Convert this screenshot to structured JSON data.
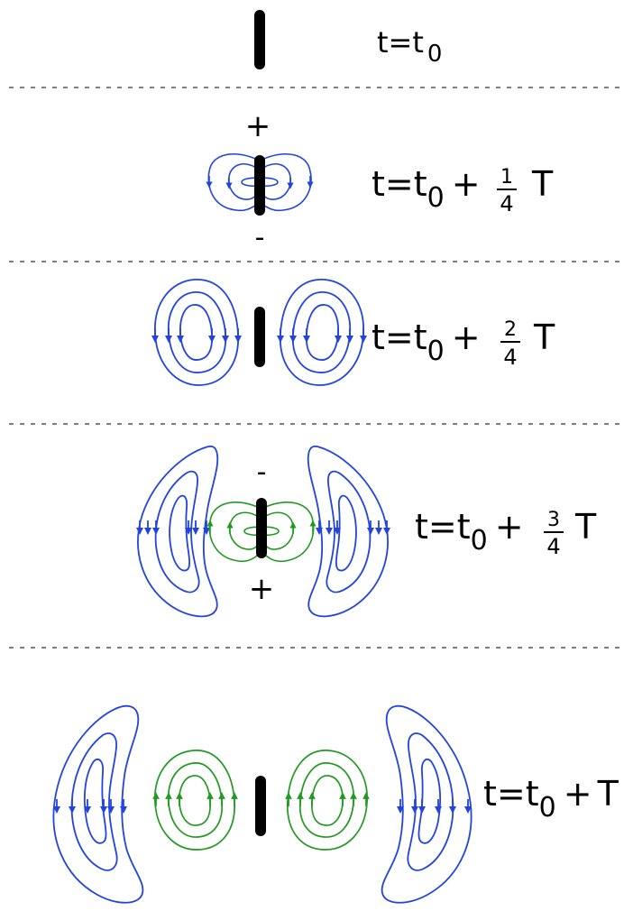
{
  "colors": {
    "blue": "#2244dd",
    "green": "#229922",
    "black": "#000000",
    "divider": "#555555"
  },
  "panels": [
    {
      "time": "t=t",
      "sub": "0",
      "offset": "",
      "frac_num": "",
      "frac_den": "",
      "period": "",
      "signs": []
    },
    {
      "time": "t=t",
      "sub": "0",
      "offset": "+",
      "frac_num": "1",
      "frac_den": "4",
      "period": "T",
      "signs": [
        "+",
        "-"
      ]
    },
    {
      "time": "t=t",
      "sub": "0",
      "offset": "+",
      "frac_num": "2",
      "frac_den": "4",
      "period": "T",
      "signs": []
    },
    {
      "time": "t=t",
      "sub": "0",
      "offset": "+",
      "frac_num": "3",
      "frac_den": "4",
      "period": "T",
      "signs": [
        "-",
        "+"
      ]
    },
    {
      "time": "t=t",
      "sub": "0",
      "offset": "+",
      "frac_num": "",
      "frac_den": "",
      "period": "T",
      "signs": []
    }
  ]
}
